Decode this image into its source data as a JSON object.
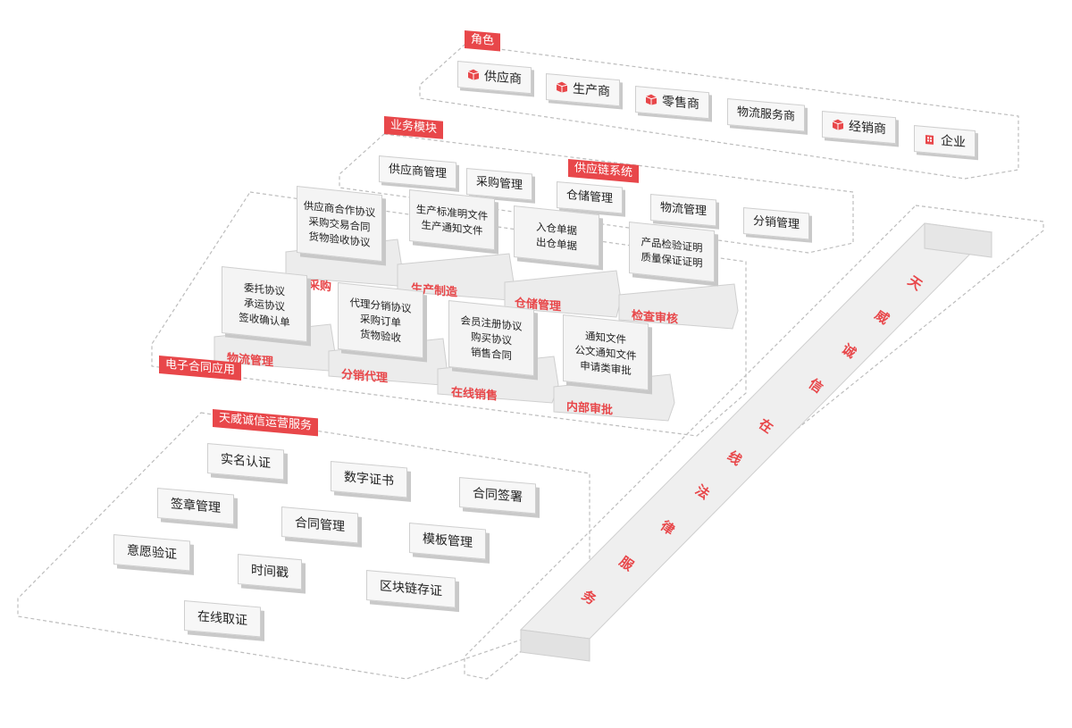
{
  "roles": {
    "tag": "角色",
    "items": [
      {
        "label": "供应商",
        "icon": "cube-icon"
      },
      {
        "label": "生产商",
        "icon": "cube-icon"
      },
      {
        "label": "零售商",
        "icon": "cube-icon"
      },
      {
        "label": "物流服务商",
        "icon": ""
      },
      {
        "label": "经销商",
        "icon": "cube-icon"
      },
      {
        "label": "企业",
        "icon": "building-icon"
      }
    ]
  },
  "business": {
    "tag": "业务模块",
    "items": [
      "供应商管理",
      "采购管理",
      "仓储管理",
      "物流管理",
      "分销管理"
    ],
    "supply_chain_tag": "供应链系统"
  },
  "contracts": {
    "tag": "电子合同应用",
    "blocks": [
      {
        "label": "采购",
        "lines": [
          "供应商合作协议",
          "采购交易合同",
          "货物验收协议"
        ]
      },
      {
        "label": "生产制造",
        "lines": [
          "生产标准明文件",
          "生产通知文件"
        ]
      },
      {
        "label": "仓储管理",
        "lines": [
          "入仓单据",
          "出仓单据"
        ]
      },
      {
        "label": "检查审核",
        "lines": [
          "产品检验证明",
          "质量保证证明"
        ]
      },
      {
        "label": "物流管理",
        "lines": [
          "委托协议",
          "承运协议",
          "签收确认单"
        ]
      },
      {
        "label": "分销代理",
        "lines": [
          "代理分销协议",
          "采购订单",
          "货物验收"
        ]
      },
      {
        "label": "在线销售",
        "lines": [
          "会员注册协议",
          "购买协议",
          "销售合同"
        ]
      },
      {
        "label": "内部审批",
        "lines": [
          "通知文件",
          "公文通知文件",
          "申请类审批"
        ]
      }
    ]
  },
  "services": {
    "tag": "天威诚信运营服务",
    "items": [
      "实名认证",
      "数字证书",
      "合同签署",
      "签章管理",
      "合同管理",
      "模板管理",
      "意愿验证",
      "时间戳",
      "区块链存证",
      "在线取证"
    ]
  },
  "legal": {
    "chars": [
      "天",
      "威",
      "诚",
      "信",
      "在",
      "线",
      "法",
      "律",
      "服",
      "务"
    ]
  },
  "colors": {
    "accent": "#e8474a",
    "panel": "#f4f4f4",
    "border": "#cfcfcf",
    "dash": "#bdbdbd"
  }
}
